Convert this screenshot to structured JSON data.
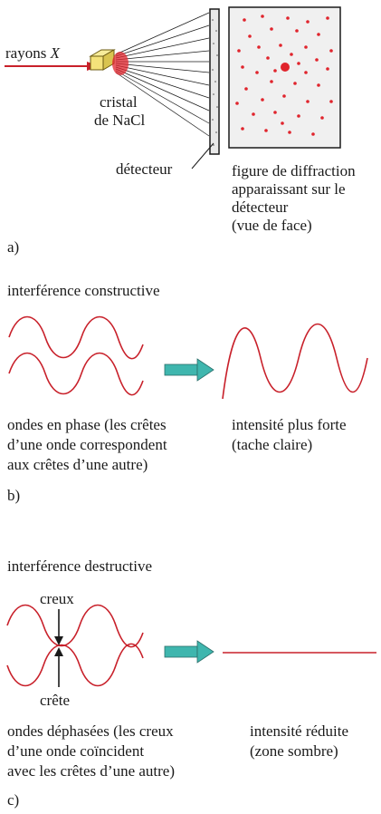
{
  "panel_a": {
    "xray_label": "rayons X",
    "crystal_line1": "cristal",
    "crystal_line2": "de NaCl",
    "detector_label": "détecteur",
    "figure_line1": "figure de diffraction",
    "figure_line2": "apparaissant sur le",
    "figure_line3": "détecteur",
    "figure_line4": "(vue de face)",
    "panel_label": "a)"
  },
  "panel_b": {
    "heading": "interférence constructive",
    "left_caption_line1": "ondes en phase (les crêtes",
    "left_caption_line2": "d’une onde correspondent",
    "left_caption_line3": "aux crêtes d’une autre)",
    "right_caption_line1": "intensité plus forte",
    "right_caption_line2": "(tache claire)",
    "panel_label": "b)"
  },
  "panel_c": {
    "heading": "interférence destructive",
    "trough_label": "creux",
    "crest_label": "crête",
    "left_caption_line1": "ondes déphasées (les creux",
    "left_caption_line2": "d’une onde coïncident",
    "left_caption_line3": "avec les crêtes d’une autre)",
    "right_caption_line1": "intensité réduite",
    "right_caption_line2": "(zone sombre)",
    "panel_label": "c)"
  },
  "colors": {
    "wave_red": "#c8202a",
    "spot_red": "#e0242c",
    "arrow_teal": "#3fb6ae",
    "crystal_yellow": "#f4e27a",
    "text": "#1a1a1a"
  }
}
